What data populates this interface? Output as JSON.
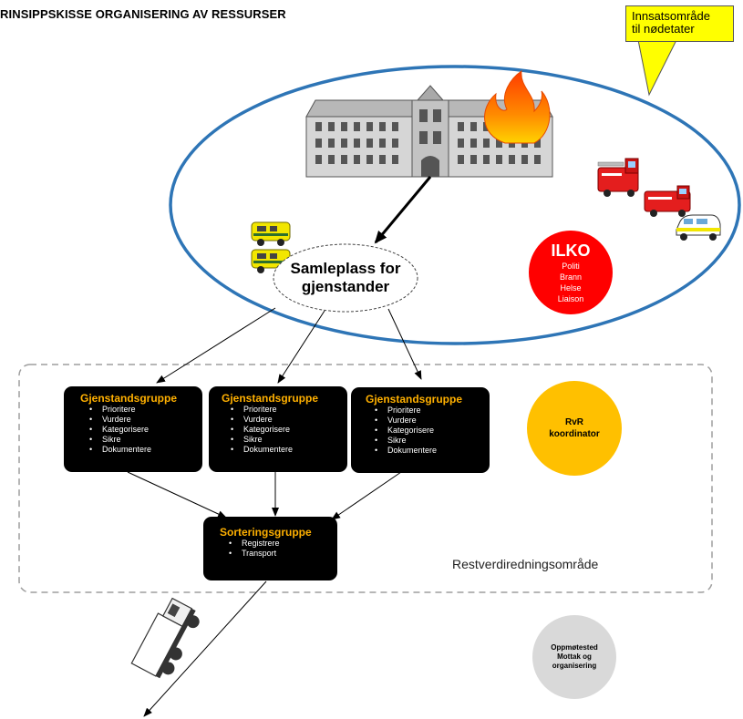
{
  "title": "RINSIPPSKISSE ORGANISERING AV RESSURSER",
  "callout": {
    "line1": "Innsatsområde",
    "line2": "til nødetater"
  },
  "samleplass": {
    "line1": "Samleplass for",
    "line2": "gjenstander"
  },
  "ilko": {
    "heading": "ILKO",
    "items": [
      "Politi",
      "Brann",
      "Helse",
      "Liaison"
    ]
  },
  "groups": [
    {
      "heading": "Gjenstandsgruppe",
      "items": [
        "Prioritere",
        "Vurdere",
        "Kategorisere",
        "Sikre",
        "Dokumentere"
      ]
    },
    {
      "heading": "Gjenstandsgruppe",
      "items": [
        "Prioritere",
        "Vurdere",
        "Kategorisere",
        "Sikre",
        "Dokumentere"
      ]
    },
    {
      "heading": "Gjenstandsgruppe",
      "items": [
        "Prioritere",
        "Vurdere",
        "Kategorisere",
        "Sikre",
        "Dokumentere"
      ]
    }
  ],
  "sorting": {
    "heading": "Sorteringsgruppe",
    "items": [
      "Registrere",
      "Transport"
    ]
  },
  "rvr": {
    "line1": "RvR",
    "line2": "koordinator"
  },
  "area_label": "Restverdiredningsområde",
  "oppmote": {
    "line1": "Oppmøtested",
    "line2": "Mottak og",
    "line3": "organisering"
  },
  "colors": {
    "ellipse_stroke": "#2e75b6",
    "ilko_fill": "#ff0000",
    "rvr_fill": "#ffc000",
    "group_fill": "#000000",
    "group_heading": "#ffb000",
    "callout_fill": "#ffff00",
    "oppmote_fill": "#d9d9d9",
    "fire": "#ff6a00",
    "fire_truck": "#e41e1e",
    "ambulance": "#f2e600"
  },
  "icons": [
    "building-icon",
    "fire-icon",
    "fire-truck-icon",
    "fire-truck-small-icon",
    "police-car-icon",
    "ambulance-icon",
    "ambulance-icon",
    "overturned-truck-icon"
  ]
}
